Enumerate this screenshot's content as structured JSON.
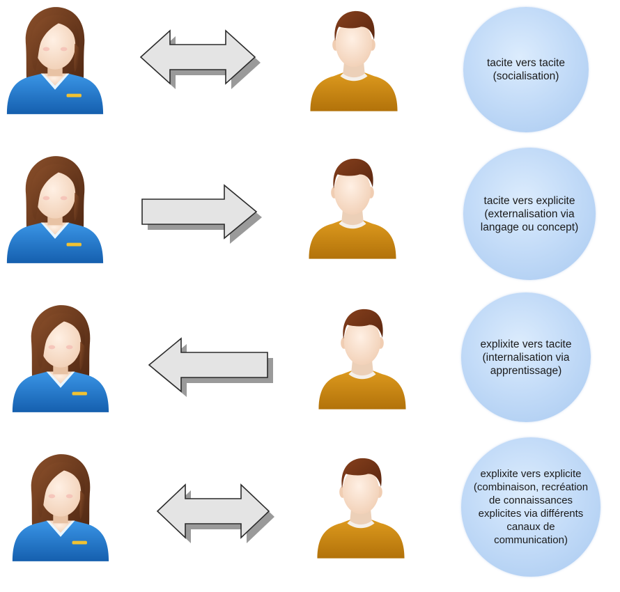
{
  "colors": {
    "woman_shirt": "#1f74c9",
    "woman_hair": "#6b3a1e",
    "man_shirt": "#c98410",
    "man_hair": "#6a3016",
    "skin": "#f7dcc6",
    "arrow_fill": "#e2e2e2",
    "arrow_stroke": "#2a2a2a",
    "bubble": "#bcd6f5"
  },
  "rows": [
    {
      "direction": "both",
      "label": "tacite vers tacite\n(socialisation)"
    },
    {
      "direction": "right",
      "label": "tacite vers explicite\n(externalisation via\nlangage ou concept)"
    },
    {
      "direction": "left",
      "label": "explixite vers tacite\n(internalisation via\napprentissage)"
    },
    {
      "direction": "both",
      "label": "explixite vers explicite\n(combinaison, recréation\nde connaissances\nexplicites via différents\ncanaux de\ncommunication)"
    }
  ],
  "icons": {
    "woman": "woman-avatar-icon",
    "man": "man-avatar-icon"
  }
}
